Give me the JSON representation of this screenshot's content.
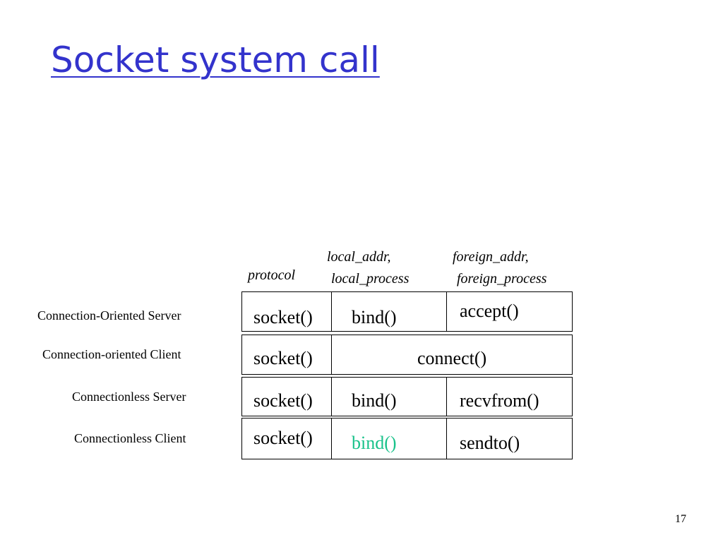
{
  "slide": {
    "title": "Socket system call",
    "page_number": "17"
  },
  "columns": {
    "protocol": "protocol",
    "local_line1": "local_addr,",
    "local_line2": "local_process",
    "foreign_line1": "foreign_addr,",
    "foreign_line2": "foreign_process"
  },
  "rows": [
    {
      "label": "Connection-Oriented Server",
      "protocol": "socket()",
      "local": "bind()",
      "foreign": "accept()"
    },
    {
      "label": "Connection-oriented Client",
      "protocol": "socket()",
      "combined": "connect()"
    },
    {
      "label": "Connectionless Server",
      "protocol": "socket()",
      "local": "bind()",
      "foreign": "recvfrom()"
    },
    {
      "label": "Connectionless Client",
      "protocol": "socket()",
      "local": "bind()",
      "foreign": "sendto()"
    }
  ],
  "colors": {
    "title": "#3333cc",
    "highlight": "#19c28a"
  }
}
